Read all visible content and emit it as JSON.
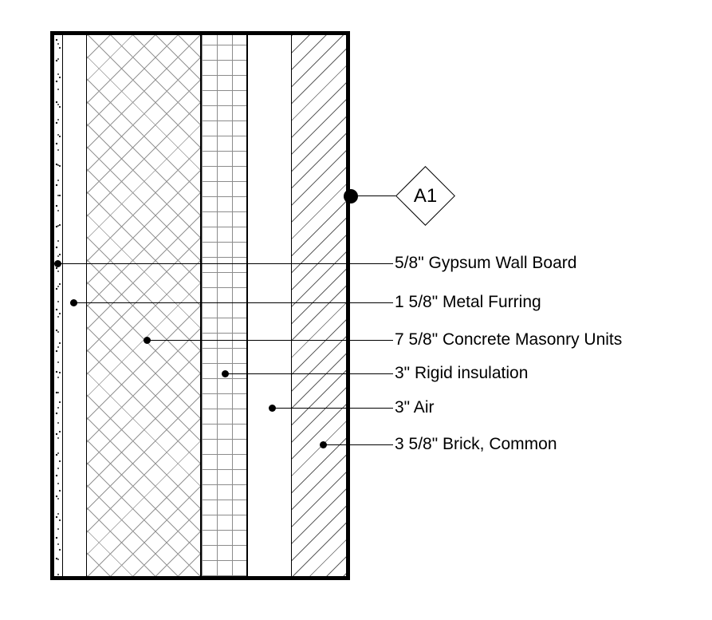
{
  "drawing": {
    "type": "wall-section-detail",
    "callout": {
      "label": "A1"
    },
    "layers": [
      {
        "id": "gypsum",
        "label": "5/8\" Gypsum Wall Board",
        "thickness": "5/8\"",
        "pattern": "stipple"
      },
      {
        "id": "furring",
        "label": "1 5/8\" Metal Furring",
        "thickness": "1 5/8\"",
        "pattern": "none"
      },
      {
        "id": "cmu",
        "label": "7 5/8\" Concrete Masonry Units",
        "thickness": "7 5/8\"",
        "pattern": "crosshatch"
      },
      {
        "id": "insulation",
        "label": "3\" Rigid insulation",
        "thickness": "3\"",
        "pattern": "grid"
      },
      {
        "id": "air",
        "label": "3\" Air",
        "thickness": "3\"",
        "pattern": "none"
      },
      {
        "id": "brick",
        "label": "3 5/8\" Brick, Common",
        "thickness": "3 5/8\"",
        "pattern": "diagonal"
      }
    ],
    "colors": {
      "line": "#000000",
      "hatch_crosshatch": "#949494",
      "hatch_grid": "#8c8c8c",
      "hatch_diagonal": "#5f5f5f",
      "background": "#ffffff"
    }
  }
}
